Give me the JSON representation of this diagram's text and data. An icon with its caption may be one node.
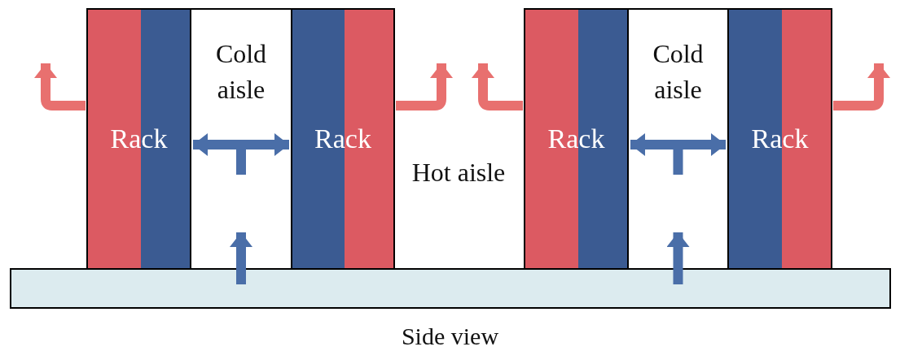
{
  "diagram": {
    "caption": "Side view",
    "nodes": [
      {
        "text": [
          "Rack"
        ]
      },
      {
        "text": [
          "Cold aisle"
        ]
      },
      {
        "text": [
          "Rack"
        ]
      },
      {
        "text": [
          "Rack"
        ]
      },
      {
        "text": [
          "Cold aisle"
        ]
      },
      {
        "text": [
          "Rack"
        ]
      },
      {
        "text": [],
        "shape": "box"
      }
    ],
    "edges": [
      {
        "from": 6,
        "to": 1,
        "arrow": "to"
      },
      {
        "from": 1,
        "to": 0,
        "arrow": "to"
      },
      {
        "from": 1,
        "to": 2,
        "arrow": "to"
      },
      {
        "from": 6,
        "to": 4,
        "arrow": "to"
      },
      {
        "from": 4,
        "to": 3,
        "arrow": "to"
      },
      {
        "from": 4,
        "to": 5,
        "arrow": "to"
      },
      {
        "from": 0,
        "to": null,
        "arrow": "to",
        "color": "#e8706f"
      },
      {
        "from": 2,
        "to": null,
        "arrow": "to",
        "color": "#e8706f"
      },
      {
        "from": 3,
        "to": null,
        "arrow": "to",
        "color": "#e8706f"
      },
      {
        "from": 5,
        "to": null,
        "arrow": "to",
        "color": "#e8706f"
      }
    ],
    "labels": [
      "Hot aisle"
    ]
  }
}
